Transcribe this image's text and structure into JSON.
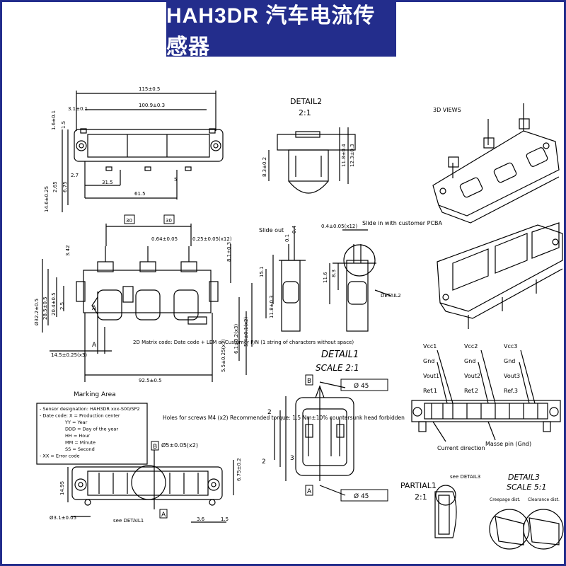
{
  "header": {
    "title": "HAH3DR 汽车电流传感器"
  },
  "labels": {
    "detail2": "DETAIL2",
    "detail2_scale": "2:1",
    "views_3d": "3D VIEWS",
    "slide_out": "Slide out",
    "slide_in": "Slide in with customer PCBA",
    "detail2_ref": "DETAIL2",
    "matrix_note": "2D Matrix code: Date code + LEM or Customer P/N (1 string of characters without space)",
    "marking_area": "Marking Area",
    "detail1": "DETAIL1",
    "detail1_scale": "SCALE 2:1",
    "holes_note": "Holes for screws M4 (x2) Recommended torque: 1.5 Nm±10% countersunk head forbidden",
    "hole_dim": "Ø5±0.05(x2)",
    "see_detail1": "see DETAIL1",
    "partial1": "PARTIAL1",
    "partial1_scale": "2:1",
    "see_detail3": "see DETAIL3",
    "detail3": "DETAIL3",
    "detail3_scale": "SCALE 5:1",
    "creepage": "Creepage dist.",
    "clearance": "Clearance dist.",
    "current_dir": "Current direction",
    "masse_pin": "Masse pin (Gnd)"
  },
  "marking_lines": [
    "- Sensor designation: HAH3DR xxx-S00/SP2",
    "- Date code: X = Production center",
    "YY = Year",
    "DDD = Day of the year",
    "HH = Hour",
    "MM = Minute",
    "SS = Second",
    "- XX = Error code"
  ],
  "pins": [
    {
      "col": [
        "Vcc1",
        "Gnd",
        "Vout1",
        "Ref.1"
      ]
    },
    {
      "col": [
        "Vcc2",
        "Gnd",
        "Vout2",
        "Ref.2"
      ]
    },
    {
      "col": [
        "Vcc3",
        "Gnd",
        "Vout3",
        "Ref.3"
      ]
    }
  ],
  "dimensions": {
    "top_overall": "115±0.5",
    "top_inner": "100.9±0.3",
    "top_31": "3.1±0.1",
    "top_16": "1.6±0.1",
    "top_15": "1.5",
    "top_27": "2.7",
    "top_265": "2.65",
    "top_675": "6.75",
    "top_146": "14.6±0.25",
    "top_315": "31.5",
    "top_615": "61.5",
    "top_5": "5",
    "d2_83": "8.3±0.2",
    "d2_118": "11.8±0.4",
    "d2_123": "12.3±0.3",
    "front_30a": "30",
    "front_30b": "30",
    "front_064": "0.64±0.05",
    "front_025": "0.25±0.05(x12)",
    "front_342": "3.42",
    "front_81": "8.1±0.3",
    "front_322": "Ø32.2±0.5",
    "front_285": "28.5±0.5",
    "front_204": "20.4±0.5",
    "front_25": "2.5",
    "front_145": "14.5±0.25(x3)",
    "front_925": "92.5±0.5",
    "front_55": "5.5±0.25(x3)",
    "front_61": "6.1±0.2(x3)",
    "front_54": "5.4±0.1(x2)",
    "side_01": "0.1",
    "side_04": "0.4",
    "side_151": "15.1",
    "side_118": "11.8±0.3",
    "side_04x12": "0.4±0.05(x12)",
    "side_116": "11.6",
    "side_83": "8.3",
    "det1_45a": "Ø 45",
    "det1_45b": "Ø 45",
    "bot_1495": "14.95",
    "bot_675": "6.75±0.2",
    "bot_31": "Ø3.1±0.05",
    "bot_36": "3.6",
    "bot_15": "1.5"
  },
  "datums": [
    "A",
    "B",
    "2",
    "3"
  ]
}
